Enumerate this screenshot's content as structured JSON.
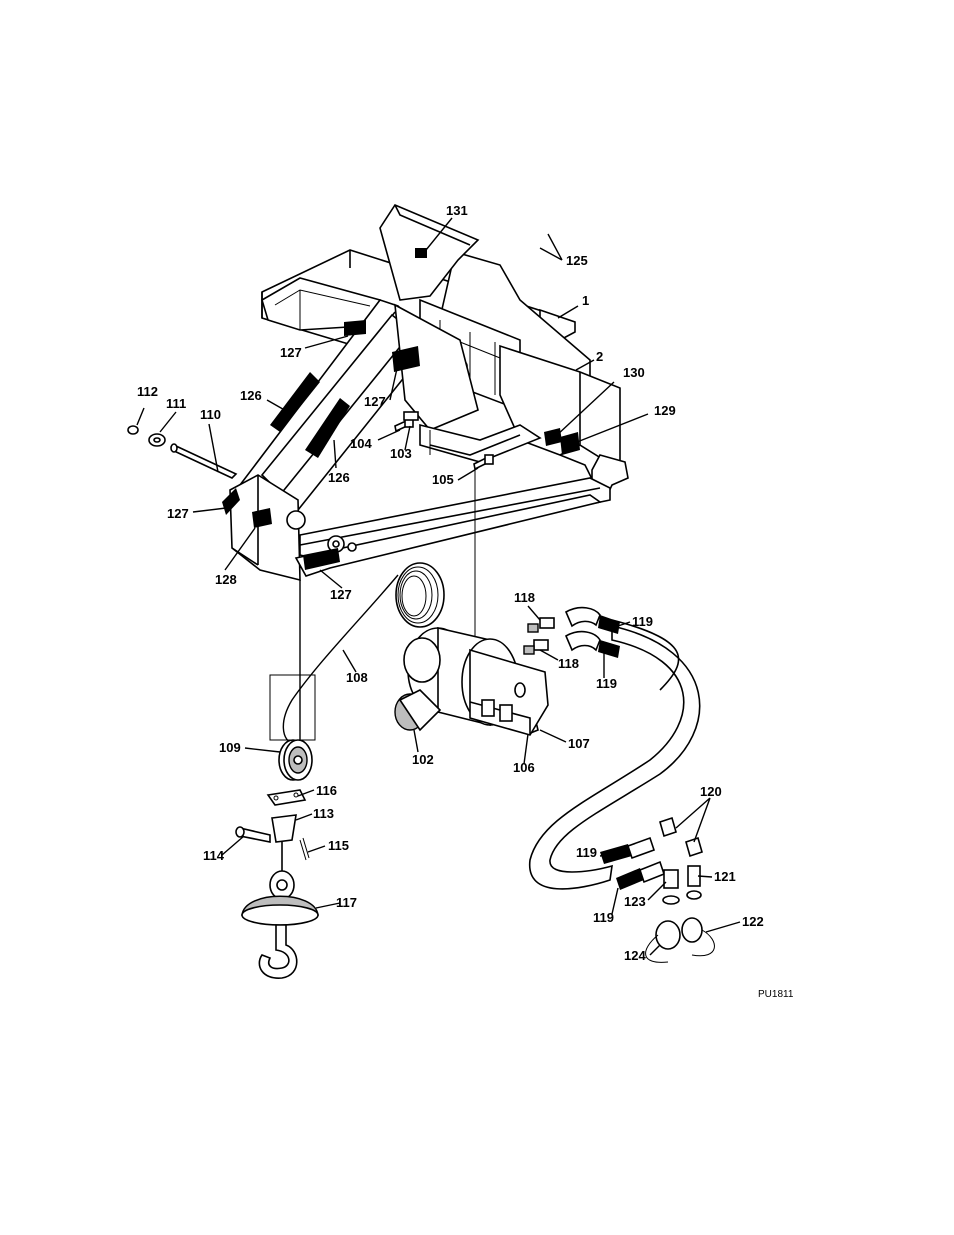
{
  "figure_code": "PU1811",
  "callouts": {
    "c1": "1",
    "c2": "2",
    "c102": "102",
    "c103": "103",
    "c104": "104",
    "c105": "105",
    "c106": "106",
    "c107": "107",
    "c108": "108",
    "c109": "109",
    "c110": "110",
    "c111": "111",
    "c112": "112",
    "c113": "113",
    "c114": "114",
    "c115": "115",
    "c116": "116",
    "c117": "117",
    "c118a": "118",
    "c118b": "118",
    "c119a": "119",
    "c119b": "119",
    "c119c": "119",
    "c119d": "119",
    "c120": "120",
    "c121": "121",
    "c122": "122",
    "c123": "123",
    "c124": "124",
    "c125": "125",
    "c126a": "126",
    "c126b": "126",
    "c127a": "127",
    "c127b": "127",
    "c127c": "127",
    "c127d": "127",
    "c128": "128",
    "c129": "129",
    "c130": "130",
    "c131": "131"
  }
}
